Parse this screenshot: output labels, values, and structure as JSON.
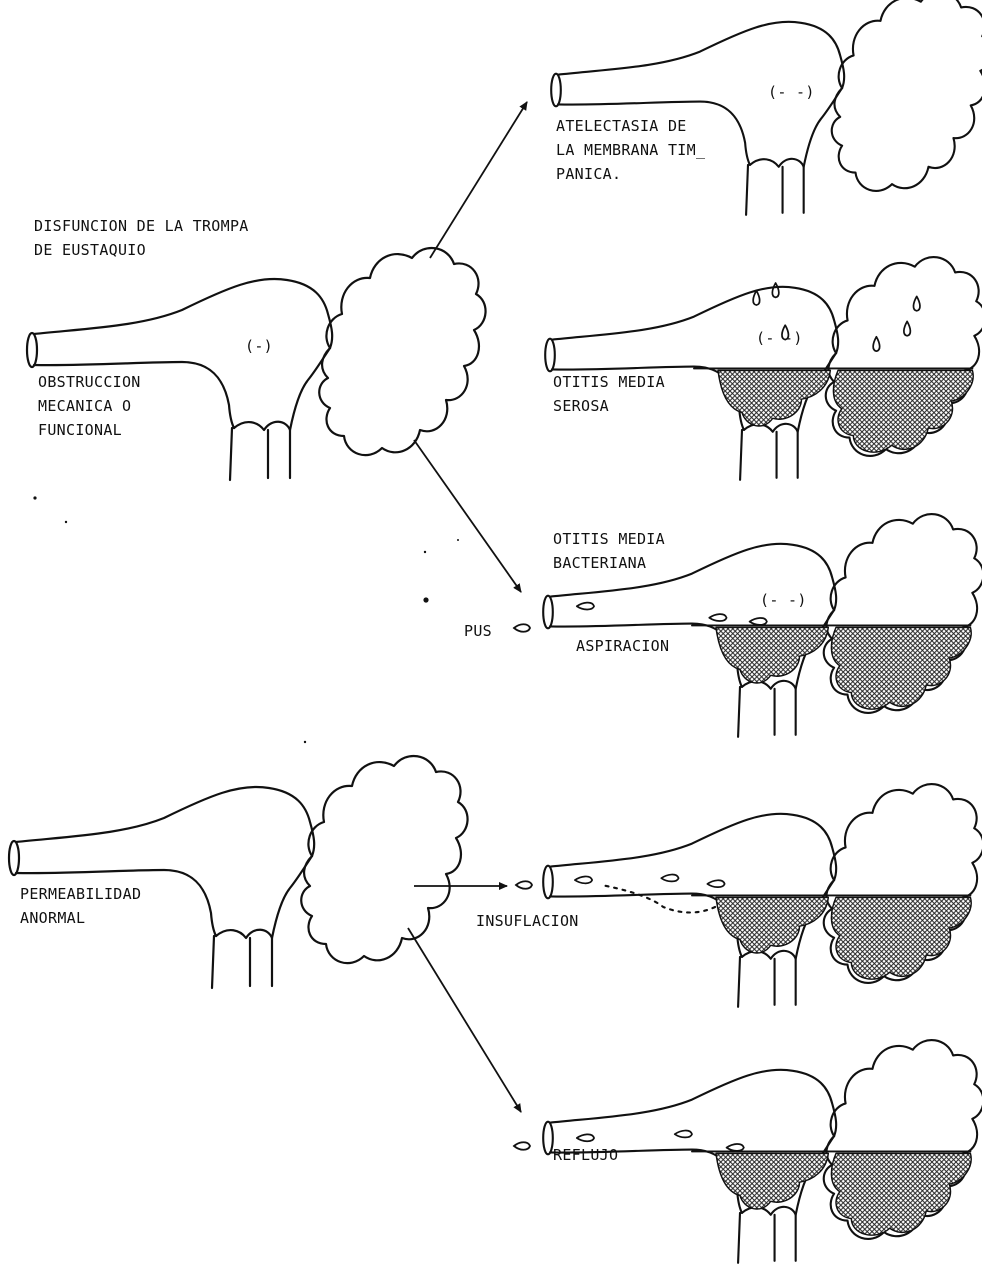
{
  "colors": {
    "ink": "#111111",
    "hatch": "#222222",
    "background": "#ffffff"
  },
  "labels": {
    "dysfunction": "DISFUNCION DE LA TROMPA\nDE EUSTAQUIO",
    "obstruction": "OBSTRUCCION\nMECANICA O\nFUNCIONAL",
    "pressure_single": "(-)",
    "atelectasis": "ATELECTASIA DE\nLA MEMBRANA TIM_\nPANICA.",
    "pressure_atelectasis": "(- -)",
    "serous": "OTITIS MEDIA\nSEROSA",
    "pressure_serous": "(- -)",
    "bacterial": "OTITIS MEDIA\nBACTERIANA",
    "pressure_bacterial": "(- -)",
    "pus": "PUS",
    "aspiration": "ASPIRACION",
    "permeability": "PERMEABILIDAD\nANORMAL",
    "insufflation": "INSUFLACION",
    "reflux": "REFLUJO"
  }
}
